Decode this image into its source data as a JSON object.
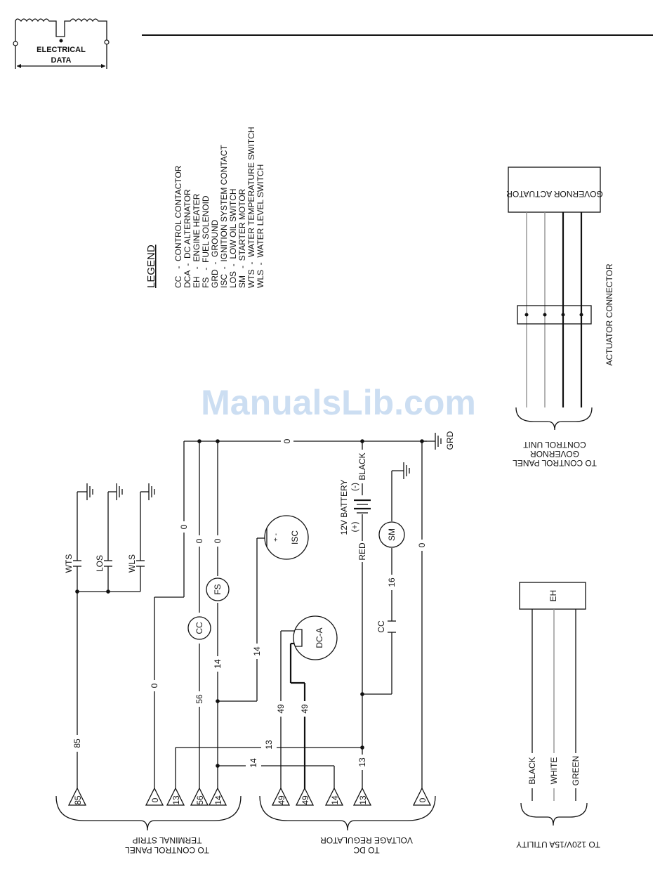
{
  "header": {
    "badge_line1": "ELECTRICAL",
    "badge_line2": "DATA"
  },
  "watermark": "ManualsLib.com",
  "legend": {
    "title": "LEGEND",
    "items": [
      "CC   -  CONTROL CONTACTOR",
      "DCA  -  DC ALTERNATOR",
      "EH   -  ENGINE HEATER",
      "FS   -  FUEL SOLENOID",
      "GRD  -  GROUND",
      "ISC  -  IGNITION SYSTEM CONTACT",
      "LOS  -  LOW OIL SWITCH",
      "SM   -  STARTER MOTOR",
      "WTS  -  WATER TEMPERATURE SWITCH",
      "WLS  -  WATER LEVEL SWITCH"
    ]
  },
  "components": {
    "governor_actuator": "GOVERNOR ACTUATOR",
    "actuator_connector": "ACTUATOR CONNECTOR",
    "eh": "EH",
    "cc": "CC",
    "fs": "FS",
    "isc": "ISC",
    "dca": "DC-A",
    "sm": "SM",
    "battery": "12V BATTERY",
    "battery_pos": "(+)",
    "battery_neg": "(-)",
    "cc_contact": "CC",
    "wts": "WTS",
    "los": "LOS",
    "wls": "WLS",
    "grd": "GRD"
  },
  "wires": {
    "w0_top": "0",
    "w0_a": "0",
    "w0_b": "0",
    "w0_c": "0",
    "w0_d": "0",
    "w0_e": "0",
    "w85": "85",
    "w56": "56",
    "w14_a": "14",
    "w14_b": "14",
    "w14_c": "14",
    "w13_a": "13",
    "w13_b": "13",
    "w49_a": "49",
    "w49_b": "49",
    "w16": "16",
    "red": "RED",
    "black_batt": "BLACK",
    "eh_black": "BLACK",
    "eh_white": "WHITE",
    "eh_green": "GREEN"
  },
  "terminals": [
    "85",
    "0",
    "13",
    "56",
    "14",
    "49",
    "49",
    "14",
    "13",
    "0"
  ],
  "groups": {
    "terminal_strip_1": "TO CONTROL PANEL",
    "terminal_strip_2": "TERMINAL STRIP",
    "voltage_reg_1": "TO DC",
    "voltage_reg_2": "VOLTAGE REGULATOR",
    "utility": "TO 120V/15A UTILITY",
    "governor_cu_1": "TO CONTROL PANEL",
    "governor_cu_2": "GOVERNOR",
    "governor_cu_3": "CONTROL UNIT"
  }
}
